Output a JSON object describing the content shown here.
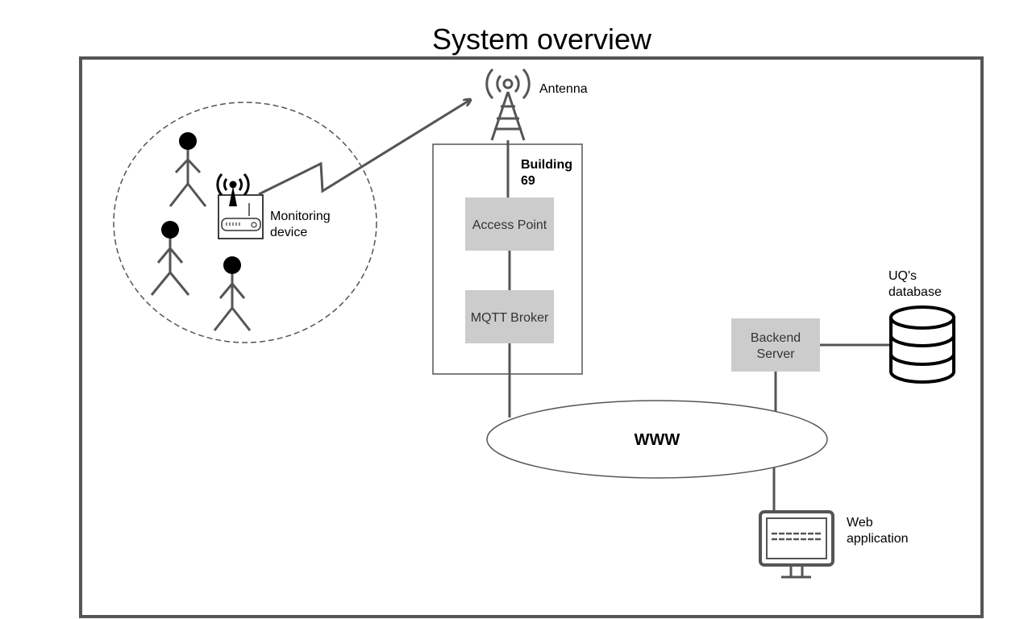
{
  "title": "System overview",
  "labels": {
    "antenna": "Antenna",
    "building_line1": "Building",
    "building_line2": "69",
    "monitoring_line1": "Monitoring",
    "monitoring_line2": "device",
    "access_point": "Access Point",
    "mqtt_broker": "MQTT Broker",
    "backend_line1": "Backend",
    "backend_line2": "Server",
    "database_line1": "UQ's",
    "database_line2": "database",
    "www": "WWW",
    "webapp_line1": "Web",
    "webapp_line2": "application"
  },
  "colors": {
    "frame": "#555555",
    "line": "#555555",
    "box_fill": "#cccccc",
    "box_text": "#333333",
    "text": "#000000"
  },
  "icons": [
    "antenna-tower-icon",
    "person-icon",
    "wireless-router-icon",
    "database-icon",
    "monitor-icon"
  ]
}
